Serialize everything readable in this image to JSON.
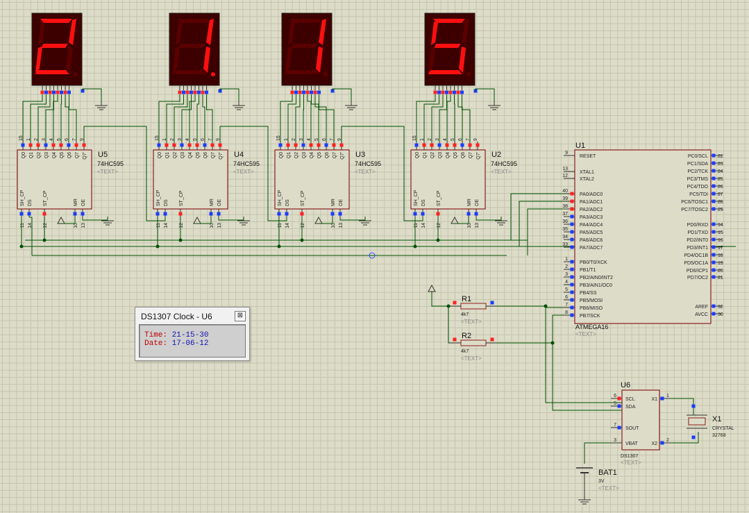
{
  "displays": [
    {
      "digit": "2",
      "segments": "abdeg"
    },
    {
      "digit": "1",
      "segments": "bc"
    },
    {
      "digit": "1",
      "segments": "bc"
    },
    {
      "digit": "5",
      "segments": "acdfg"
    }
  ],
  "shift_registers": [
    {
      "ref": "U5",
      "part": "74HC595",
      "text": "<TEXT>"
    },
    {
      "ref": "U4",
      "part": "74HC595",
      "text": "<TEXT>"
    },
    {
      "ref": "U3",
      "part": "74HC595",
      "text": "<TEXT>"
    },
    {
      "ref": "U2",
      "part": "74HC595",
      "text": "<TEXT>"
    }
  ],
  "shift_register_top_pins": [
    "15",
    "1",
    "2",
    "3",
    "4",
    "5",
    "6",
    "7",
    "9"
  ],
  "shift_register_top_labels": [
    "Q0",
    "Q1",
    "Q2",
    "Q3",
    "Q4",
    "Q5",
    "Q6",
    "Q7",
    "Q7'"
  ],
  "shift_register_bottom_pins": [
    "11",
    "14",
    "12",
    "10",
    "13"
  ],
  "shift_register_bottom_labels": [
    "SH_CP",
    "DS",
    "ST_CP",
    "MR",
    "OE"
  ],
  "mcu": {
    "ref": "U1",
    "part": "ATMEGA16",
    "text": "<TEXT>",
    "left_pins": [
      {
        "num": "9",
        "name": "RESET"
      },
      {
        "num": "13",
        "name": "XTAL1"
      },
      {
        "num": "12",
        "name": "XTAL2"
      },
      {
        "num": "40",
        "name": "PA0/ADC0"
      },
      {
        "num": "39",
        "name": "PA1/ADC1"
      },
      {
        "num": "38",
        "name": "PA2/ADC2"
      },
      {
        "num": "37",
        "name": "PA3/ADC3"
      },
      {
        "num": "36",
        "name": "PA4/ADC4"
      },
      {
        "num": "35",
        "name": "PA5/ADC5"
      },
      {
        "num": "34",
        "name": "PA6/ADC6"
      },
      {
        "num": "33",
        "name": "PA7/ADC7"
      },
      {
        "num": "1",
        "name": "PB0/T0/XCK"
      },
      {
        "num": "2",
        "name": "PB1/T1"
      },
      {
        "num": "3",
        "name": "PB2/AIN0/INT2"
      },
      {
        "num": "4",
        "name": "PB3/AIN1/OC0"
      },
      {
        "num": "5",
        "name": "PB4/SS"
      },
      {
        "num": "6",
        "name": "PB5/MOSI"
      },
      {
        "num": "7",
        "name": "PB6/MISO"
      },
      {
        "num": "8",
        "name": "PB7/SCK"
      }
    ],
    "right_pins": [
      {
        "num": "22",
        "name": "PC0/SCL"
      },
      {
        "num": "23",
        "name": "PC1/SDA"
      },
      {
        "num": "24",
        "name": "PC2/TCK"
      },
      {
        "num": "25",
        "name": "PC3/TMS"
      },
      {
        "num": "26",
        "name": "PC4/TDO"
      },
      {
        "num": "27",
        "name": "PC5/TDI"
      },
      {
        "num": "28",
        "name": "PC6/TOSC1"
      },
      {
        "num": "29",
        "name": "PC7/TOSC2"
      },
      {
        "num": "14",
        "name": "PD0/RXD"
      },
      {
        "num": "15",
        "name": "PD1/TXD"
      },
      {
        "num": "16",
        "name": "PD2/INT0"
      },
      {
        "num": "17",
        "name": "PD3/INT1"
      },
      {
        "num": "18",
        "name": "PD4/OC1B"
      },
      {
        "num": "19",
        "name": "PD5/OC1A"
      },
      {
        "num": "20",
        "name": "PD6/ICP1"
      },
      {
        "num": "21",
        "name": "PD7/OC2"
      },
      {
        "num": "32",
        "name": "AREF"
      },
      {
        "num": "30",
        "name": "AVCC"
      }
    ]
  },
  "resistors": [
    {
      "ref": "R1",
      "value": "4k7",
      "text": "<TEXT>"
    },
    {
      "ref": "R2",
      "value": "4k7",
      "text": "<TEXT>"
    }
  ],
  "rtc": {
    "ref": "U6",
    "part": "DS1307",
    "text": "<TEXT>",
    "pins": [
      {
        "num": "6",
        "name": "SCL"
      },
      {
        "num": "5",
        "name": "SDA"
      },
      {
        "num": "7",
        "name": "SOUT"
      },
      {
        "num": "3",
        "name": "VBAT"
      },
      {
        "num": "1",
        "name": "X1"
      },
      {
        "num": "2",
        "name": "X2"
      }
    ]
  },
  "crystal": {
    "ref": "X1",
    "part": "CRYSTAL",
    "value": "32768"
  },
  "battery": {
    "ref": "BAT1",
    "value": "3V",
    "text": "<TEXT>"
  },
  "popup": {
    "title": "DS1307 Clock - U6",
    "close": "⊠",
    "time_label": "Time:",
    "time_value": "21-15-30",
    "date_label": "Date:",
    "date_value": "17-06-12"
  },
  "colors": {
    "background": "#dcdcc8",
    "wire": "#005000",
    "component_outline": "#8a1e1e",
    "component_fill": "#dcdcc8",
    "display_body": "#3c0000",
    "segment_on": "#ff1010",
    "segment_off": "#5a0000",
    "pin_low": "#1a3cff",
    "pin_high": "#ff2020"
  }
}
